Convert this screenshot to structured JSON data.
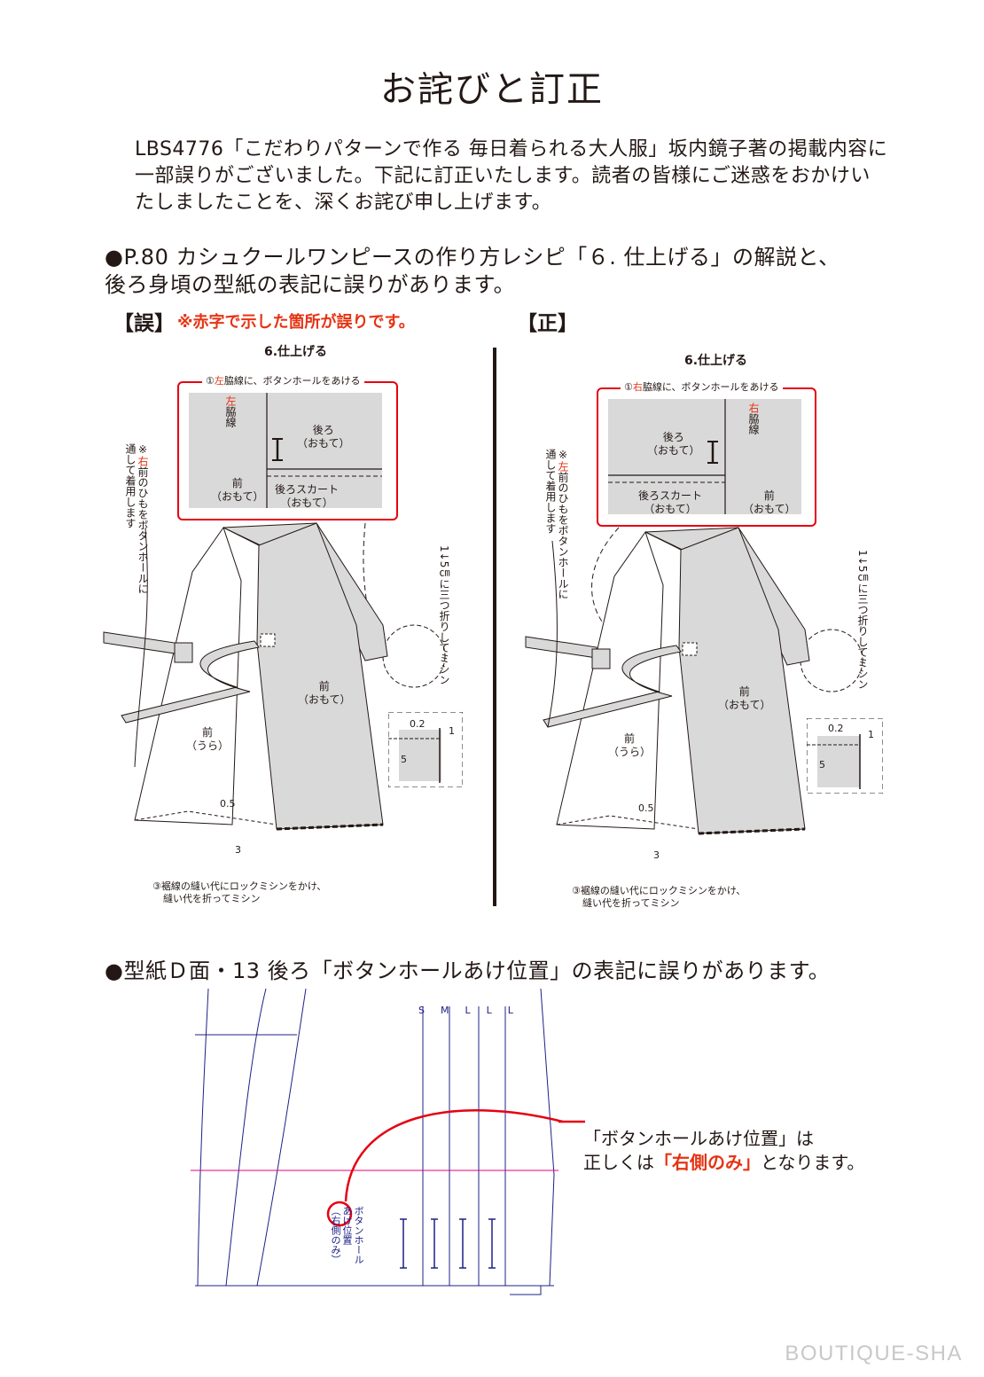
{
  "title": "お詫びと訂正",
  "intro": [
    "LBS4776「こだわりパターンで作る 毎日着られる大人服」坂内鏡子著の掲載内容に",
    "一部誤りがございました。下記に訂正いたします。読者の皆様にご迷惑をおかけい",
    "たしましたことを、深くお詫び申し上げます。"
  ],
  "section1": {
    "line1": "●P.80 カシュクールワンピースの作り方レシピ「６. 仕上げる」の解説と、",
    "line2": "後ろ身頃の型紙の表記に誤りがあります。"
  },
  "wrong": {
    "bracket": "【誤】",
    "note": "※赤字で示した箇所が誤りです。",
    "step": "6.仕上げる",
    "box_caption_pre": "①",
    "box_caption_side": "左",
    "box_caption_post": "脇線に、ボタンホールをあける",
    "side_mark": "左",
    "side_line": "脇線",
    "back": "後ろ\n（おもて）",
    "back_skirt": "後ろスカート\n（おもて）",
    "front": "前\n（おもて）",
    "note_prefix": "※",
    "note_side": "右",
    "note_rest": "前のひもをボタンホールに",
    "note_line2": "通して着用します",
    "fold": "1↓5㎝に三つ折りしてミシン",
    "front_face": "前\n（おもて）",
    "front_back": "前\n（うら）",
    "d02": "0.2",
    "d1": "1",
    "d5": "5",
    "d05": "0.5",
    "d3": "3",
    "hem1": "③裾線の縫い代にロックミシンをかけ、",
    "hem2": "縫い代を折ってミシン"
  },
  "correct": {
    "bracket": "【正】",
    "step": "6.仕上げる",
    "box_caption_pre": "①",
    "box_caption_side": "右",
    "box_caption_post": "脇線に、ボタンホールをあける",
    "side_mark": "右",
    "side_line": "脇線",
    "back": "後ろ\n（おもて）",
    "back_skirt": "後ろスカート\n（おもて）",
    "front": "前\n（おもて）",
    "note_prefix": "※",
    "note_side": "左",
    "note_rest": "前のひもをボタンホールに",
    "note_line2": "通して着用します",
    "fold": "1↓5㎝に三つ折りしてミシン",
    "front_face": "前\n（おもて）",
    "front_back": "前\n（うら）",
    "d02": "0.2",
    "d1": "1",
    "d5": "5",
    "d05": "0.5",
    "d3": "3",
    "hem1": "③裾線の縫い代にロックミシンをかけ、",
    "hem2": "縫い代を折ってミシン"
  },
  "section2": {
    "line": "●型紙Ｄ面・13 後ろ「ボタンホールあけ位置」の表記に誤りがあります。",
    "sizes": [
      "S",
      "M",
      "L",
      "LL"
    ],
    "pattern_label": "ボタンホール",
    "pattern_label2": "あけ位置",
    "pattern_label3": "（右側のみ）",
    "callout1": "「ボタンホールあけ位置」は",
    "callout2_pre": "正しくは",
    "callout2_em": "「右側のみ」",
    "callout2_post": "となります。"
  },
  "footer": "BOUTIQUE-SHA"
}
